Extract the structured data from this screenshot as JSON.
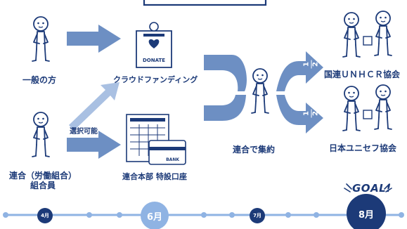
{
  "donors": {
    "general": "一般の方",
    "union_line1": "連合（労働組合）",
    "union_line2": "組合員"
  },
  "channels": {
    "crowdfunding": "クラウドファンディング",
    "selectable": "選択可能",
    "bank_account": "連合本部 特設口座",
    "donate_box": "DONATE",
    "bank_card": "BANK"
  },
  "collection": {
    "label": "連合で集約"
  },
  "recipients": {
    "unhcr": "国連ＵＮＨＣＲ協会",
    "unicef": "日本ユニセフ協会",
    "share_numerator": "1",
    "share_denominator": "2"
  },
  "timeline": {
    "goal": "GOAL!",
    "months": [
      "4月",
      "6月",
      "7月",
      "8月"
    ]
  },
  "colors": {
    "primary": "#1c3a78",
    "arrow": "#6d8fc3",
    "arrow_light": "#a9c0e2",
    "timeline": "#8fb3e3"
  }
}
